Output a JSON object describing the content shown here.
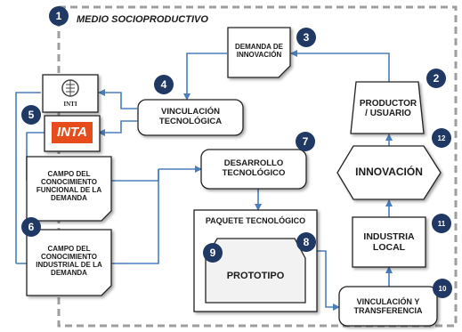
{
  "title": "MEDIO SOCIOPRODUCTIVO",
  "nodes": {
    "demanda": "DEMANDA DE\nINNOVACIÓN",
    "productor": "PRODUCTOR\n/ USUARIO",
    "vinculacion_tec": "VINCULACIÓN\nTECNOLÓGICA",
    "inti": "INTI",
    "inta": "INTA",
    "campo_funcional": "CAMPO DEL\nCONOCIMIENTO\nFUNCIONAL DE LA\nDEMANDA",
    "campo_industrial": "CAMPO DEL\nCONOCIMIENTO\nINDUSTRIAL DE LA\nDEMANDA",
    "desarrollo": "DESARROLLO\nTECNOLÓGICO",
    "paquete": "PAQUETE TECNOLÓGICO",
    "prototipo": "PROTOTIPO",
    "innovacion": "INNOVACIÓN",
    "industria": "INDUSTRIA\nLOCAL",
    "vinculacion_trans": "VINCULACIÓN Y\nTRANSFERENCIA"
  },
  "badges": {
    "b1": "1",
    "b2": "2",
    "b3": "3",
    "b4": "4",
    "b5": "5",
    "b6": "6",
    "b7": "7",
    "b8": "8",
    "b9": "9",
    "b10": "10",
    "b11": "11",
    "b12": "12"
  },
  "colors": {
    "badge": "#1f3864",
    "arrow": "#4a7ebb",
    "frame": "#9e9e9e",
    "inta": "#e74c1c"
  }
}
